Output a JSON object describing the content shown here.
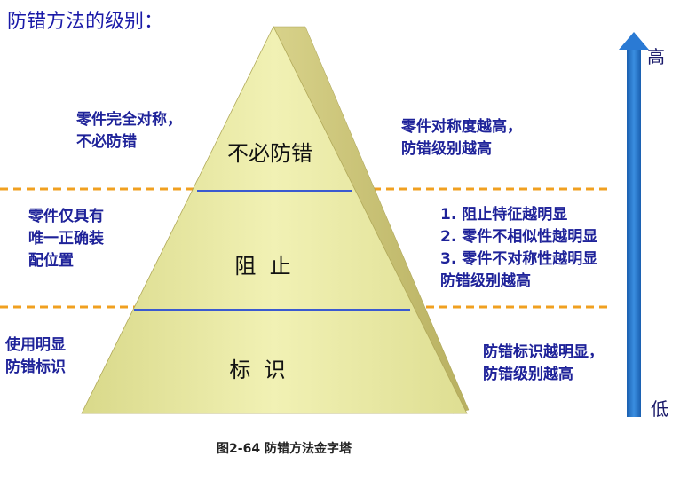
{
  "title": "防错方法的级别：",
  "levels": {
    "top": "不必防错",
    "middle": "阻  止",
    "bottom": "标  识"
  },
  "left_notes": {
    "top": [
      "零件完全对称，",
      "不必防错"
    ],
    "middle": [
      "零件仅具有",
      "唯一正确装",
      "配位置"
    ],
    "bottom": [
      "使用明显",
      "防错标识"
    ]
  },
  "right_notes": {
    "top": [
      "零件对称度越高，",
      "防错级别越高"
    ],
    "middle": [
      "1. 阻止特征越明显",
      "2. 零件不相似性越明显",
      "3. 零件不对称性越明显",
      "防错级别越高"
    ],
    "bottom": [
      "防错标识越明显，",
      "防错级别越高"
    ]
  },
  "axis": {
    "high": "高",
    "low": "低"
  },
  "caption": "图2-64 防错方法金字塔",
  "colors": {
    "pyramid_front": "#e8e89a",
    "pyramid_side": "#c9c26a",
    "band_line": "#3a5ad0",
    "dashed": "#f0a020",
    "arrow": "#1f6fc4",
    "text": "#1e2299"
  }
}
